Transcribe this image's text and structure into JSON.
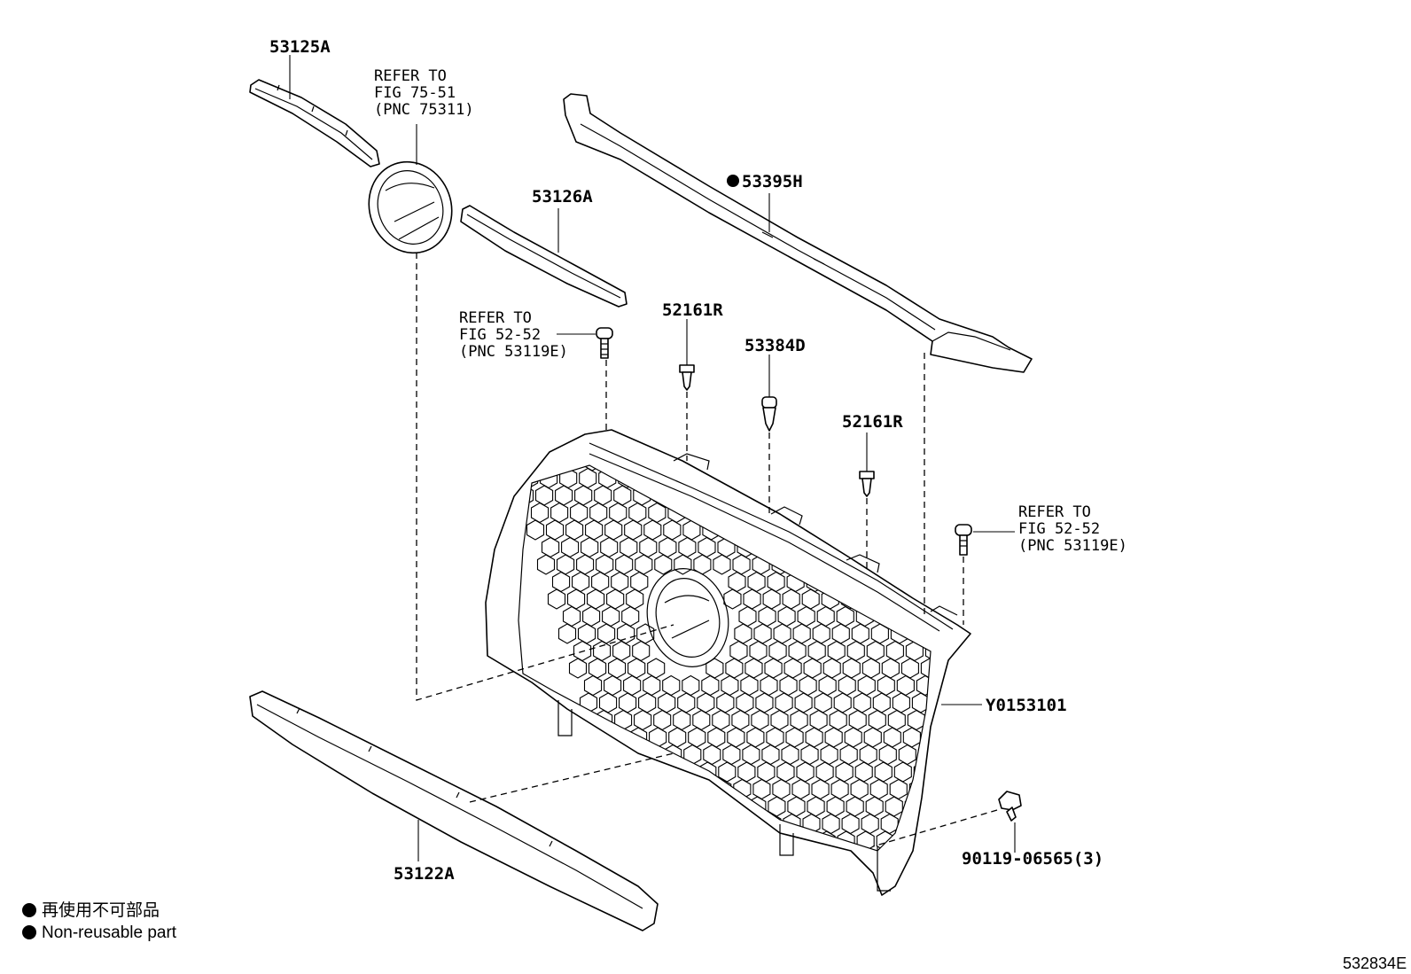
{
  "labels": {
    "p53125a": "53125A",
    "p53126a": "53126A",
    "p53395h": "53395H",
    "p52161r_1": "52161R",
    "p53384d": "53384D",
    "p52161r_2": "52161R",
    "y0153101": "Y0153101",
    "p53122a": "53122A",
    "p90119": "90119-06565(3)"
  },
  "refs": {
    "emblem": [
      "REFER TO",
      "FIG 75-51",
      "(PNC 75311)"
    ],
    "clip_left": [
      "REFER TO",
      "FIG 52-52",
      "(PNC 53119E)"
    ],
    "clip_right": [
      "REFER TO",
      "FIG 52-52",
      "(PNC 53119E)"
    ]
  },
  "legend": {
    "japanese": "再使用不可部品",
    "english": "Non-reusable part"
  },
  "diagram_code": "532834E"
}
